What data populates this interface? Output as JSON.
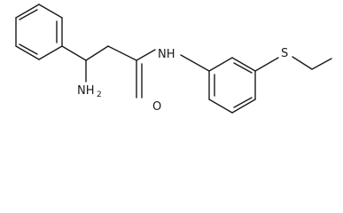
{
  "labels": {
    "nh2_main": "NH",
    "nh2_sub": "2",
    "oxygen": "O",
    "amide_nh": "NH",
    "sulfur": "S"
  }
}
